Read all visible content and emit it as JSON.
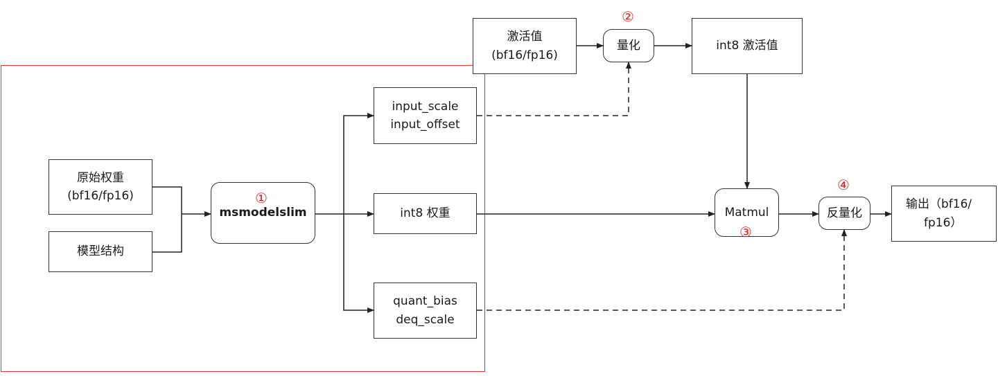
{
  "colors": {
    "region_border": "#e83030",
    "badge": "#e02020",
    "line": "#222222"
  },
  "nodes": {
    "activation": {
      "line1": "激活值",
      "line2": "(bf16/fp16)"
    },
    "quantize": {
      "label": "量化"
    },
    "int8_activation": {
      "label": "int8 激活值"
    },
    "input_params": {
      "line1": "input_scale",
      "line2": "input_offset"
    },
    "orig_weight": {
      "line1": "原始权重",
      "line2": "(bf16/fp16)"
    },
    "model_struct": {
      "label": "模型结构"
    },
    "msmodelslim": {
      "label": "msmodelslim"
    },
    "int8_weight": {
      "label": "int8 权重"
    },
    "deq_params": {
      "line1": "quant_bias",
      "line2": "deq_scale"
    },
    "matmul": {
      "label": "Matmul"
    },
    "dequantize": {
      "label": "反量化"
    },
    "output": {
      "line1": "输出（bf16/",
      "line2": "fp16）"
    }
  },
  "badges": {
    "b1": "①",
    "b2": "②",
    "b3": "③",
    "b4": "④"
  }
}
